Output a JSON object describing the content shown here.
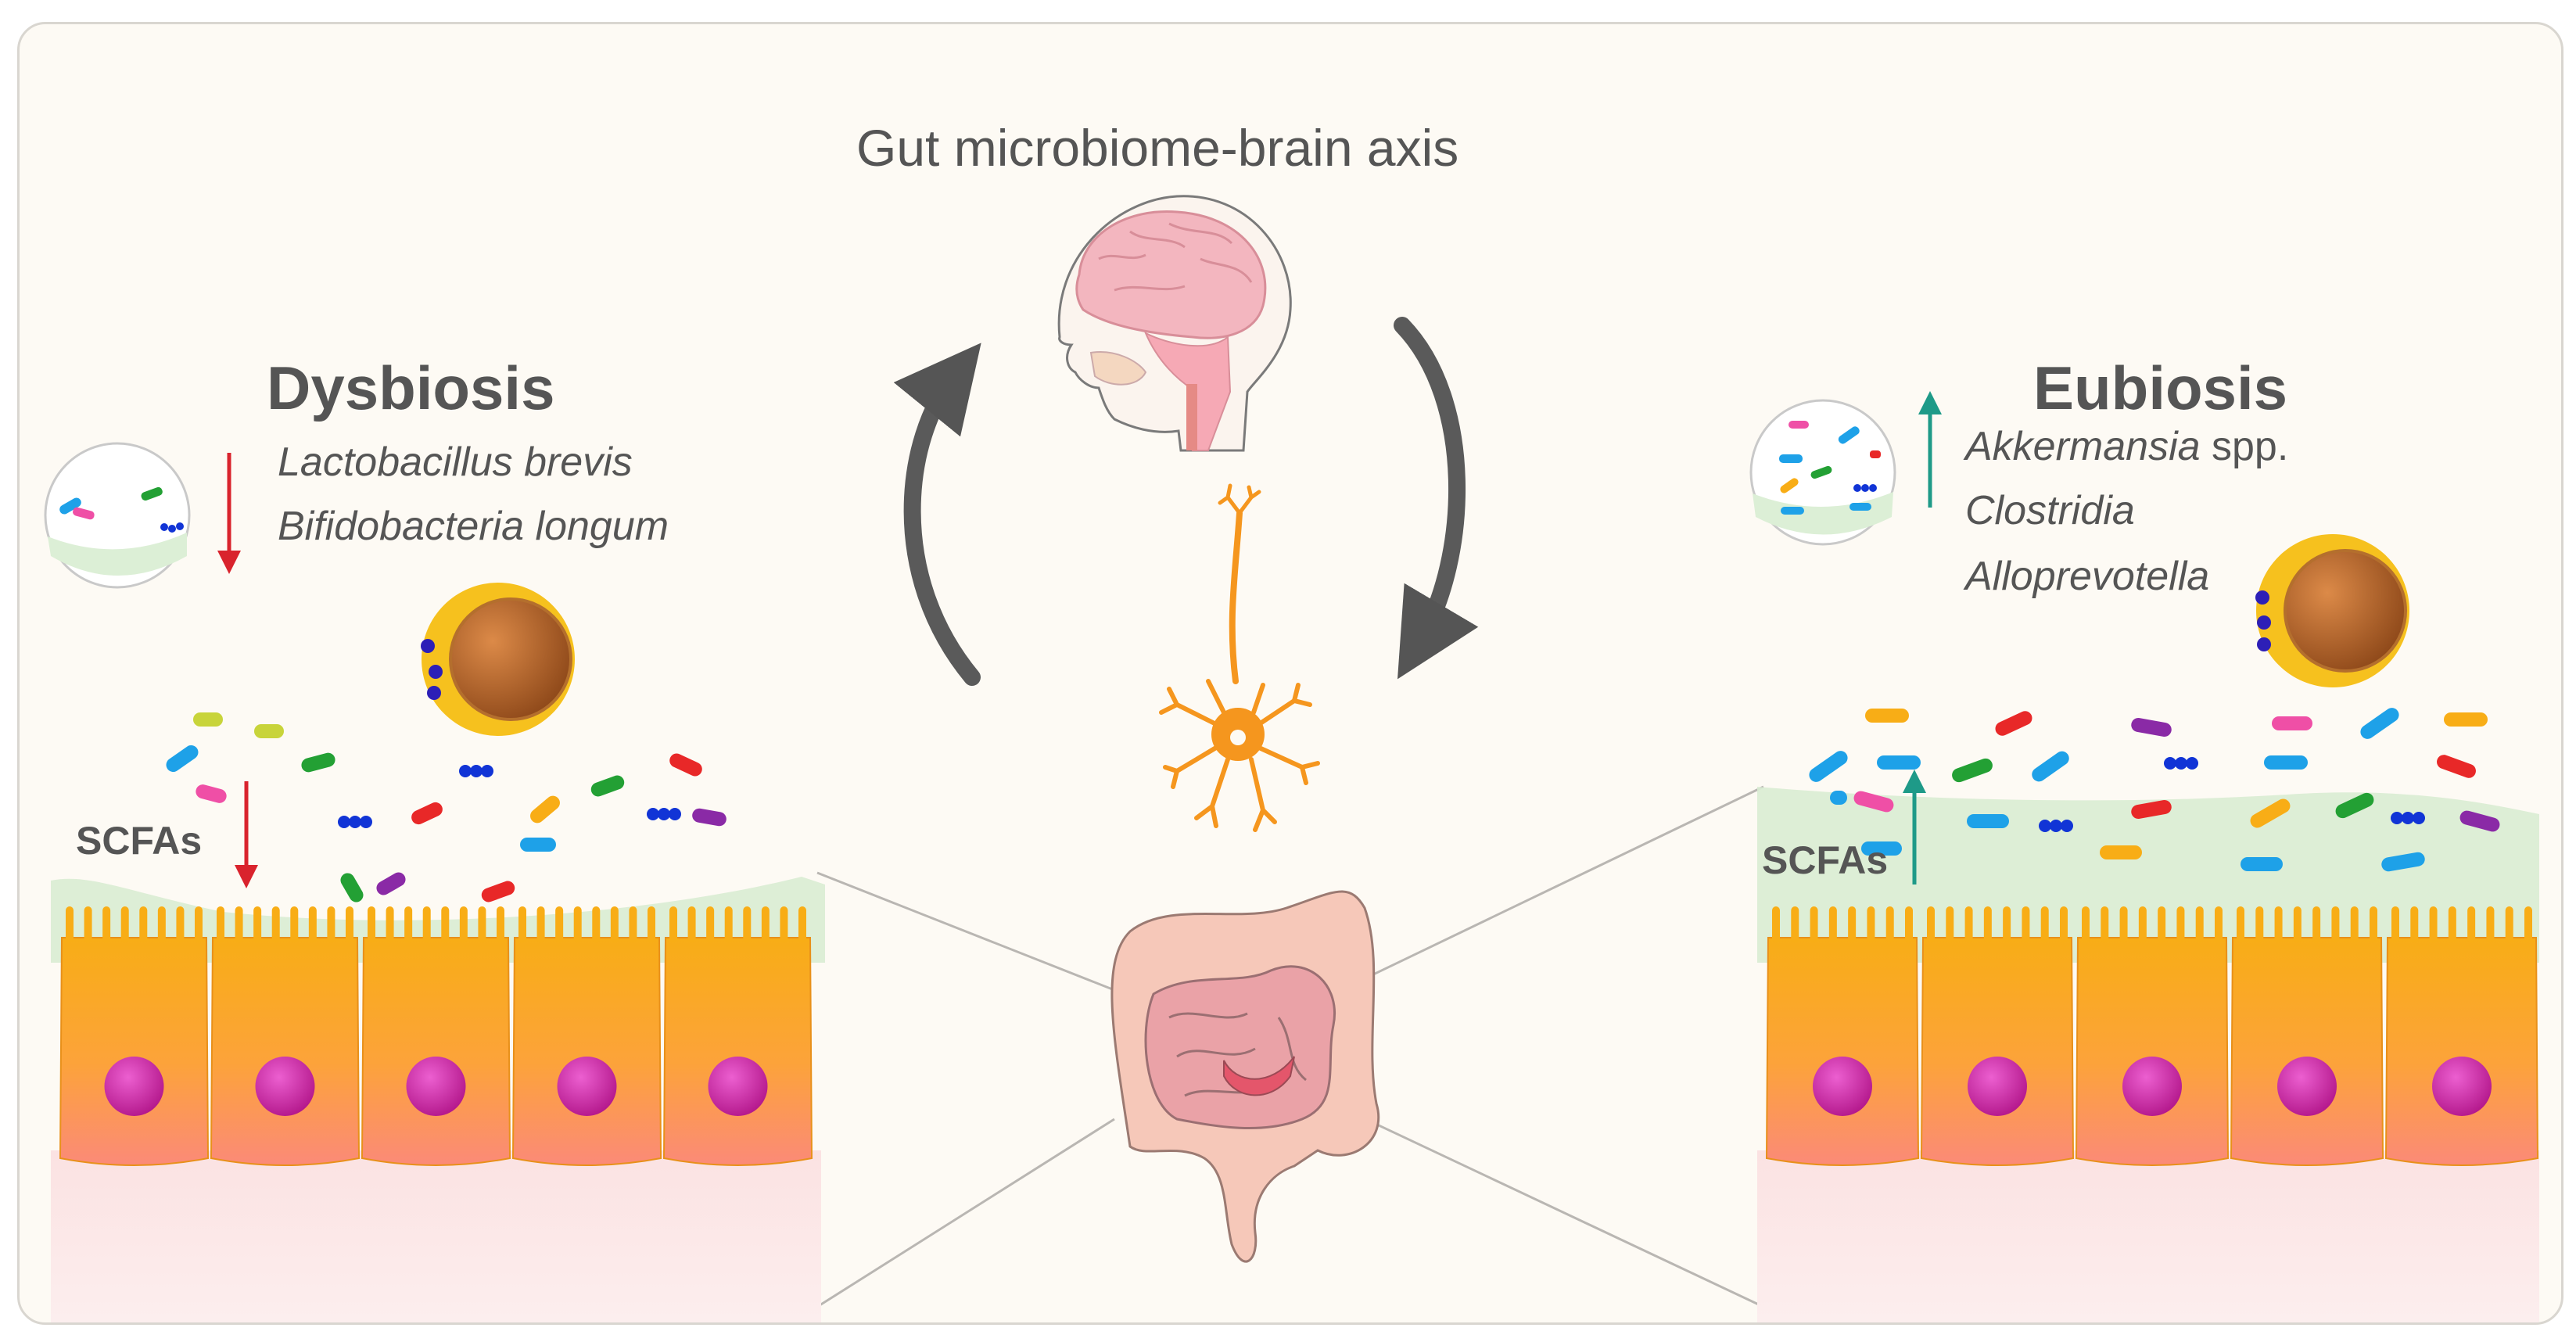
{
  "title": "Gut microbiome-brain axis",
  "dysbiosis": {
    "title": "Dysbiosis",
    "decreased_taxa": [
      "Lactobacillus brevis",
      "Bifidobacteria longum"
    ],
    "scfa_label": "SCFAs",
    "scfa_trend": "down"
  },
  "eubiosis": {
    "title": "Eubiosis",
    "increased_taxa": [
      {
        "genus": "Akkermansia",
        "suffix": " spp."
      },
      {
        "genus": "Clostridia",
        "suffix": ""
      },
      {
        "genus": "Alloprevotella",
        "suffix": ""
      }
    ],
    "scfa_label": "SCFAs",
    "scfa_trend": "up"
  },
  "colors": {
    "down_arrow": "#d9232d",
    "up_arrow": "#1e9a88",
    "epithelium_top": "#f8ad16",
    "epithelium_bottom": "#fb8a78",
    "nucleus": "#d12aa6",
    "mucus": "#d9ecd3",
    "neuron": "#f5961e",
    "brain": "#f3b6bf",
    "intestine": "#f2b1ac",
    "curved_arrow": "#5a5a5a"
  },
  "icons": [
    "brain-icon",
    "neuron-icon",
    "intestine-icon",
    "bacteria-icon",
    "immune-cell-icon"
  ]
}
